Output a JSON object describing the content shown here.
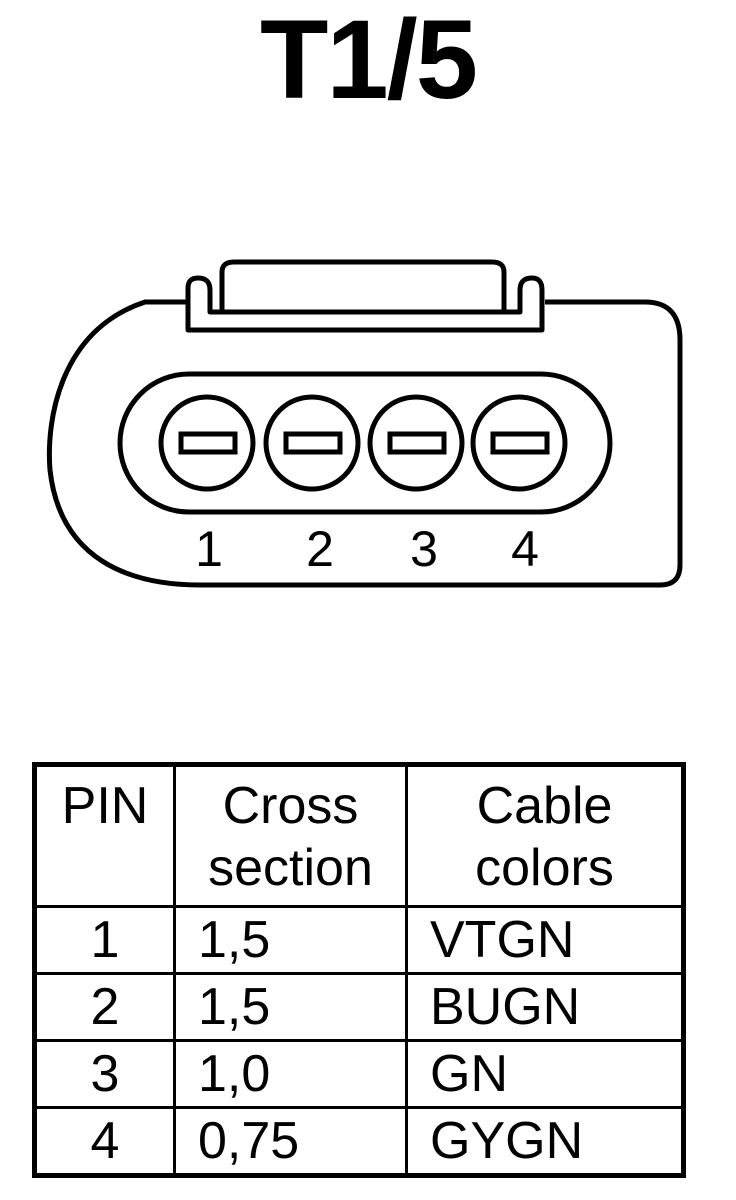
{
  "title": "T1/5",
  "connector": {
    "pin_labels": [
      "1",
      "2",
      "3",
      "4"
    ]
  },
  "table": {
    "headers": [
      {
        "line1": "PIN",
        "line2": ""
      },
      {
        "line1": "Cross",
        "line2": "section"
      },
      {
        "line1": "Cable",
        "line2": "colors"
      }
    ],
    "rows": [
      {
        "pin": "1",
        "cross_section": "1,5",
        "color": "VTGN"
      },
      {
        "pin": "2",
        "cross_section": "1,5",
        "color": "BUGN"
      },
      {
        "pin": "3",
        "cross_section": "1,0",
        "color": "GN"
      },
      {
        "pin": "4",
        "cross_section": "0,75",
        "color": "GYGN"
      }
    ]
  }
}
